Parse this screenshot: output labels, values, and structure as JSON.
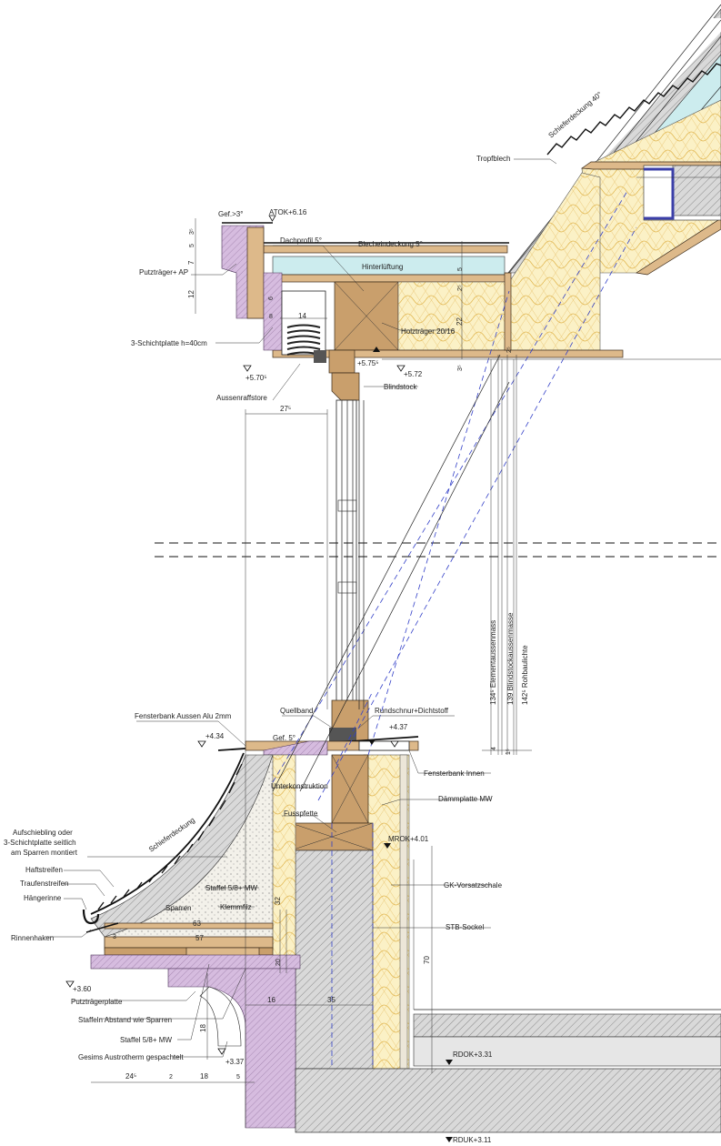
{
  "labels": {
    "schieferdeckung_40": "Schieferdeckung 40°",
    "tropfblech": "Tropfblech",
    "gef_3": "Gef.>3°",
    "atok": "ATOK+6.16",
    "dachprofil": "Dachprofil 5°",
    "blecheindeckung": "Blecheindeckung 5°",
    "hinterlueftung": "Hinterlüftung",
    "putztraeger_ap": "Putzträger+ AP",
    "dreischichtplatte": "3-Schichtplatte h=40cm",
    "holztraeger": "Holzträger 20/16",
    "level_570": "+5.70⁵",
    "level_575": "+5.75⁵",
    "level_572": "+5.72",
    "aussenraffstore": "Aussenraffstore",
    "blindstock": "Blindstock",
    "fensterbank_aussen": "Fensterbank Aussen Alu 2mm",
    "quellband": "Quellband",
    "rundschnur": "Rundschnur+Dichtstoff",
    "level_434": "+4.34",
    "level_437": "+4.37",
    "gef_5": "Gef. 5°",
    "fensterbank_innen": "Fensterbank Innen",
    "unterkonstruktion": "Unterkonstruktion",
    "daemmplatte": "Dämmplatte MW",
    "fussplette": "Fusspfette",
    "mrok": "MROK+4.01",
    "schieferdeckung": "Schieferdeckung",
    "aufschiebling": "Aufschiebling oder",
    "aufschiebling2": "3-Schichtplatte seitlich",
    "aufschiebling3": "am Sparren montiert",
    "haftstreifen": "Haftstreifen",
    "traufenstreifen": "Traufenstreifen",
    "haengerinne": "Hängerinne",
    "rinnenhaken": "Rinnenhaken",
    "staffel_58_mw": "Staffel 5/8+ MW",
    "sparren": "Sparren",
    "klemmfilz": "Klemmfilz",
    "gk_vorsatzschale": "GK-Vorsatzschale",
    "stb_sockel": "STB-Sockel",
    "level_360": "+3.60",
    "putztraegerplatte": "Putzträgerplatte",
    "staffeln_abstand": "Staffeln Abstand wie Sparren",
    "staffel_58_mw2": "Staffel 5/8+ MW",
    "gesims": "Gesims Austrotherm gespachtelt",
    "level_337": "+3.37",
    "rdok": "RDOK+3.31",
    "rduk": "RDUK+3.11",
    "elementaussenmass": "134⁵  Elementaussenmass",
    "blindstockaussenmasse": "139  Blindstockaussenmasse",
    "rohbaulichte": "142⁵  Rohbaulichte"
  },
  "dims": {
    "d14": "14",
    "d27": "27⁵",
    "d22": "22",
    "d12": "12",
    "d7": "7",
    "d5a": "5",
    "d3a": "3⁵",
    "d2a": "2⁵",
    "d5b": "5",
    "d6": "6",
    "d8": "8",
    "d63": "63",
    "d57": "57",
    "d32": "32",
    "d70": "70",
    "d16": "16",
    "d35": "35",
    "d18": "18",
    "d24": "24⁵",
    "d2b": "2",
    "d18b": "18",
    "d5c": "5",
    "d4": "4",
    "d1": "1⁵",
    "d20": "20",
    "d3b": "3",
    "d2c": "2⁵",
    "d3c": "3⁵"
  }
}
